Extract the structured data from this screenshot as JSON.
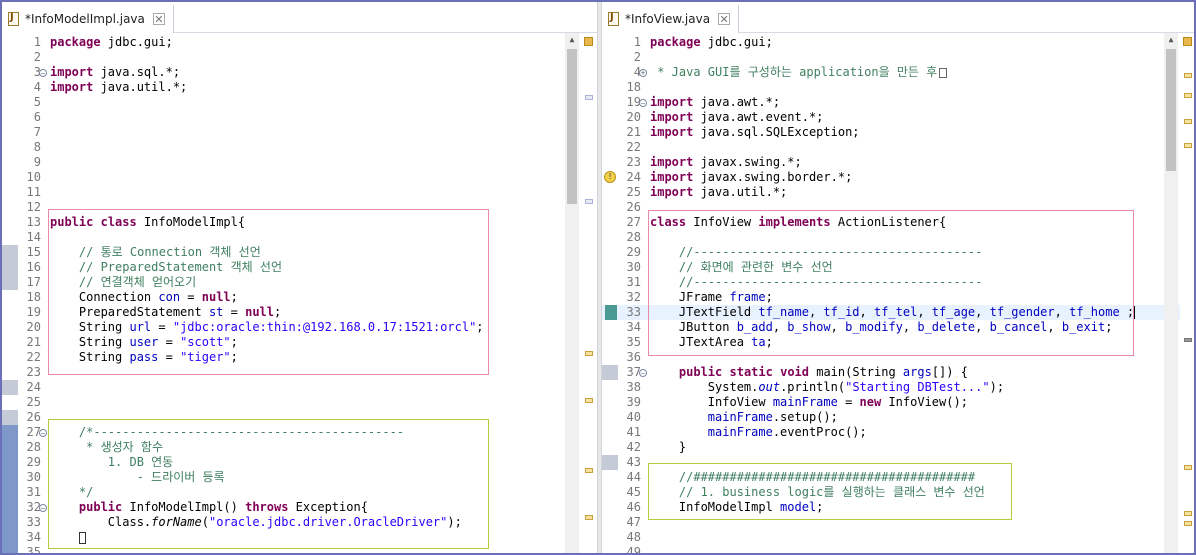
{
  "window_title": "",
  "left_editor": {
    "tab": {
      "label": "*InfoModelImpl.java",
      "icon": "java-file-icon",
      "close_icon": "close-icon"
    },
    "lines": [
      {
        "n": "1",
        "segs": [
          {
            "t": "package",
            "c": "kw"
          },
          {
            "t": " jdbc.gui;"
          }
        ]
      },
      {
        "n": "2",
        "segs": []
      },
      {
        "n": "3",
        "fold": "collapse",
        "segs": [
          {
            "t": "import",
            "c": "kw"
          },
          {
            "t": " java.sql.*;"
          }
        ]
      },
      {
        "n": "4",
        "segs": [
          {
            "t": "import",
            "c": "kw"
          },
          {
            "t": " java.util.*;"
          }
        ]
      },
      {
        "n": "5",
        "segs": []
      },
      {
        "n": "6",
        "segs": []
      },
      {
        "n": "7",
        "segs": []
      },
      {
        "n": "8",
        "segs": []
      },
      {
        "n": "9",
        "segs": []
      },
      {
        "n": "10",
        "segs": []
      },
      {
        "n": "11",
        "segs": []
      },
      {
        "n": "12",
        "segs": []
      },
      {
        "n": "13",
        "segs": [
          {
            "t": "public",
            "c": "kw"
          },
          {
            "t": " "
          },
          {
            "t": "class",
            "c": "kw"
          },
          {
            "t": " InfoModelImpl{"
          }
        ]
      },
      {
        "n": "14",
        "segs": []
      },
      {
        "n": "15",
        "ruler": "gray",
        "segs": [
          {
            "t": "    "
          },
          {
            "t": "// 통로 Connection 객체 선언",
            "c": "cm"
          }
        ]
      },
      {
        "n": "16",
        "ruler": "gray",
        "segs": [
          {
            "t": "    "
          },
          {
            "t": "// PreparedStatement 객체 선언",
            "c": "cm"
          }
        ]
      },
      {
        "n": "17",
        "ruler": "gray",
        "segs": [
          {
            "t": "    "
          },
          {
            "t": "// 연결객체 얻어오기",
            "c": "cm"
          }
        ]
      },
      {
        "n": "18",
        "segs": [
          {
            "t": "    Connection "
          },
          {
            "t": "con",
            "c": "fd"
          },
          {
            "t": " = "
          },
          {
            "t": "null",
            "c": "kw"
          },
          {
            "t": ";"
          }
        ]
      },
      {
        "n": "19",
        "segs": [
          {
            "t": "    PreparedStatement "
          },
          {
            "t": "st",
            "c": "fd"
          },
          {
            "t": " = "
          },
          {
            "t": "null",
            "c": "kw"
          },
          {
            "t": ";"
          }
        ]
      },
      {
        "n": "20",
        "segs": [
          {
            "t": "    String "
          },
          {
            "t": "url",
            "c": "fd"
          },
          {
            "t": " = "
          },
          {
            "t": "\"jdbc:oracle:thin:@192.168.0.17:1521:orcl\"",
            "c": "st"
          },
          {
            "t": ";"
          }
        ]
      },
      {
        "n": "21",
        "segs": [
          {
            "t": "    String "
          },
          {
            "t": "user",
            "c": "fd"
          },
          {
            "t": " = "
          },
          {
            "t": "\"scott\"",
            "c": "st"
          },
          {
            "t": ";"
          }
        ]
      },
      {
        "n": "22",
        "segs": [
          {
            "t": "    String "
          },
          {
            "t": "pass",
            "c": "fd"
          },
          {
            "t": " = "
          },
          {
            "t": "\"tiger\"",
            "c": "st"
          },
          {
            "t": ";"
          }
        ]
      },
      {
        "n": "23",
        "segs": []
      },
      {
        "n": "24",
        "ruler": "gray",
        "segs": []
      },
      {
        "n": "25",
        "segs": []
      },
      {
        "n": "26",
        "ruler": "gray",
        "segs": []
      },
      {
        "n": "27",
        "fold": "collapse",
        "ruler": "blue",
        "segs": [
          {
            "t": "    "
          },
          {
            "t": "/*-------------------------------------------",
            "c": "cm"
          }
        ]
      },
      {
        "n": "28",
        "ruler": "blue",
        "segs": [
          {
            "t": "     "
          },
          {
            "t": "* 생성자 함수",
            "c": "cm"
          }
        ]
      },
      {
        "n": "29",
        "ruler": "blue",
        "segs": [
          {
            "t": "        "
          },
          {
            "t": "1. DB 연동",
            "c": "cm"
          }
        ]
      },
      {
        "n": "30",
        "ruler": "blue",
        "segs": [
          {
            "t": "            "
          },
          {
            "t": "- 드라이버 등록",
            "c": "cm"
          }
        ]
      },
      {
        "n": "31",
        "ruler": "blue",
        "segs": [
          {
            "t": "    "
          },
          {
            "t": "*/",
            "c": "cm"
          }
        ]
      },
      {
        "n": "32",
        "fold": "collapse",
        "ruler": "blue",
        "segs": [
          {
            "t": "    "
          },
          {
            "t": "public",
            "c": "kw"
          },
          {
            "t": " InfoModelImpl() "
          },
          {
            "t": "throws",
            "c": "kw"
          },
          {
            "t": " Exception{"
          }
        ]
      },
      {
        "n": "33",
        "ruler": "blue",
        "segs": [
          {
            "t": "        Class."
          },
          {
            "t": "forName",
            "c": "it"
          },
          {
            "t": "("
          },
          {
            "t": "\"oracle.jdbc.driver.OracleDriver\"",
            "c": "st"
          },
          {
            "t": ");"
          }
        ]
      },
      {
        "n": "34",
        "ruler": "blue",
        "caret": true,
        "segs": [
          {
            "t": "    "
          }
        ]
      },
      {
        "n": "35",
        "ruler": "blue",
        "segs": []
      }
    ]
  },
  "right_editor": {
    "tab": {
      "label": "*InfoView.java",
      "icon": "java-file-icon",
      "close_icon": "close-icon"
    },
    "lines": [
      {
        "n": "1",
        "segs": [
          {
            "t": "package",
            "c": "kw"
          },
          {
            "t": " jdbc.gui;"
          }
        ]
      },
      {
        "n": "2",
        "segs": []
      },
      {
        "n": "4",
        "fold": "expand",
        "segs": [
          {
            "t": " "
          },
          {
            "t": "* Java GUI를 구성하는 application을 만든 후",
            "c": "cm"
          }
        ],
        "tail": "dotbox"
      },
      {
        "n": "18",
        "segs": []
      },
      {
        "n": "19",
        "fold": "collapse",
        "segs": [
          {
            "t": "import",
            "c": "kw"
          },
          {
            "t": " java.awt.*;"
          }
        ]
      },
      {
        "n": "20",
        "segs": [
          {
            "t": "import",
            "c": "kw"
          },
          {
            "t": " java.awt.event.*;"
          }
        ]
      },
      {
        "n": "21",
        "segs": [
          {
            "t": "import",
            "c": "kw"
          },
          {
            "t": " java.sql.SQLException;"
          }
        ]
      },
      {
        "n": "22",
        "segs": []
      },
      {
        "n": "23",
        "segs": [
          {
            "t": "import",
            "c": "kw"
          },
          {
            "t": " javax.swing.*;"
          }
        ]
      },
      {
        "n": "24",
        "ruler": "warning",
        "segs": [
          {
            "t": "import",
            "c": "kw"
          },
          {
            "t": " javax.swing.border.*;"
          }
        ]
      },
      {
        "n": "25",
        "segs": [
          {
            "t": "import",
            "c": "kw"
          },
          {
            "t": " java.util.*;"
          }
        ]
      },
      {
        "n": "26",
        "segs": []
      },
      {
        "n": "27",
        "segs": [
          {
            "t": "class",
            "c": "kw"
          },
          {
            "t": " InfoView "
          },
          {
            "t": "implements",
            "c": "kw"
          },
          {
            "t": " ActionListener{"
          }
        ]
      },
      {
        "n": "28",
        "segs": []
      },
      {
        "n": "29",
        "segs": [
          {
            "t": "    "
          },
          {
            "t": "//----------------------------------------",
            "c": "cm"
          }
        ]
      },
      {
        "n": "30",
        "segs": [
          {
            "t": "    "
          },
          {
            "t": "// 화면에 관련한 변수 선언",
            "c": "cm"
          }
        ]
      },
      {
        "n": "31",
        "segs": [
          {
            "t": "    "
          },
          {
            "t": "//----------------------------------------",
            "c": "cm"
          }
        ]
      },
      {
        "n": "32",
        "segs": [
          {
            "t": "    JFrame "
          },
          {
            "t": "frame",
            "c": "fd"
          },
          {
            "t": ";"
          }
        ]
      },
      {
        "n": "33",
        "ruler": "teal",
        "current": true,
        "segs": [
          {
            "t": "    JTextField "
          },
          {
            "t": "tf_name",
            "c": "fd"
          },
          {
            "t": ", "
          },
          {
            "t": "tf_id",
            "c": "fd"
          },
          {
            "t": ", "
          },
          {
            "t": "tf_tel",
            "c": "fd"
          },
          {
            "t": ", "
          },
          {
            "t": "tf_age",
            "c": "fd"
          },
          {
            "t": ", "
          },
          {
            "t": "tf_gender",
            "c": "fd"
          },
          {
            "t": ", "
          },
          {
            "t": "tf_home",
            "c": "fd"
          },
          {
            "t": " ;"
          }
        ],
        "tail": "cursor"
      },
      {
        "n": "34",
        "segs": [
          {
            "t": "    JButton "
          },
          {
            "t": "b_add",
            "c": "fd"
          },
          {
            "t": ", "
          },
          {
            "t": "b_show",
            "c": "fd"
          },
          {
            "t": ", "
          },
          {
            "t": "b_modify",
            "c": "fd"
          },
          {
            "t": ", "
          },
          {
            "t": "b_delete",
            "c": "fd"
          },
          {
            "t": ", "
          },
          {
            "t": "b_cancel",
            "c": "fd"
          },
          {
            "t": ", "
          },
          {
            "t": "b_exit",
            "c": "fd"
          },
          {
            "t": ";"
          }
        ]
      },
      {
        "n": "35",
        "segs": [
          {
            "t": "    JTextArea "
          },
          {
            "t": "ta",
            "c": "fd"
          },
          {
            "t": ";"
          }
        ]
      },
      {
        "n": "36",
        "segs": []
      },
      {
        "n": "37",
        "fold": "collapse",
        "ruler": "gray",
        "segs": [
          {
            "t": "    "
          },
          {
            "t": "public",
            "c": "kw"
          },
          {
            "t": " "
          },
          {
            "t": "static",
            "c": "kw"
          },
          {
            "t": " "
          },
          {
            "t": "void",
            "c": "kw"
          },
          {
            "t": " main(String "
          },
          {
            "t": "args",
            "c": "fd"
          },
          {
            "t": "[]) {"
          }
        ]
      },
      {
        "n": "38",
        "segs": [
          {
            "t": "        System."
          },
          {
            "t": "out",
            "c": "fd it"
          },
          {
            "t": ".println("
          },
          {
            "t": "\"Starting DBTest...\"",
            "c": "st"
          },
          {
            "t": ");"
          }
        ]
      },
      {
        "n": "39",
        "segs": [
          {
            "t": "        InfoView "
          },
          {
            "t": "mainFrame",
            "c": "fd"
          },
          {
            "t": " = "
          },
          {
            "t": "new",
            "c": "kw"
          },
          {
            "t": " InfoView();"
          }
        ]
      },
      {
        "n": "40",
        "segs": [
          {
            "t": "        "
          },
          {
            "t": "mainFrame",
            "c": "fd"
          },
          {
            "t": ".setup();"
          }
        ]
      },
      {
        "n": "41",
        "segs": [
          {
            "t": "        "
          },
          {
            "t": "mainFrame",
            "c": "fd"
          },
          {
            "t": ".eventProc();"
          }
        ]
      },
      {
        "n": "42",
        "segs": [
          {
            "t": "    }"
          }
        ]
      },
      {
        "n": "43",
        "ruler": "gray",
        "segs": []
      },
      {
        "n": "44",
        "segs": [
          {
            "t": "    "
          },
          {
            "t": "//#######################################",
            "c": "cm"
          }
        ]
      },
      {
        "n": "45",
        "segs": [
          {
            "t": "    "
          },
          {
            "t": "// 1. business logic를 실행하는 클래스 변수 선언",
            "c": "cm"
          }
        ]
      },
      {
        "n": "46",
        "segs": [
          {
            "t": "    InfoModelImpl "
          },
          {
            "t": "model",
            "c": "fd"
          },
          {
            "t": ";"
          }
        ]
      },
      {
        "n": "47",
        "segs": []
      },
      {
        "n": "48",
        "segs": []
      },
      {
        "n": "49",
        "segs": []
      }
    ]
  },
  "colors": {
    "keyword": "#7f0055",
    "comment": "#3f7f5f",
    "field": "#0000c0",
    "string": "#2a00ff",
    "pink_box": "#e889a8",
    "green_box": "#b8cc3a",
    "frame": "#6a6fb8"
  }
}
